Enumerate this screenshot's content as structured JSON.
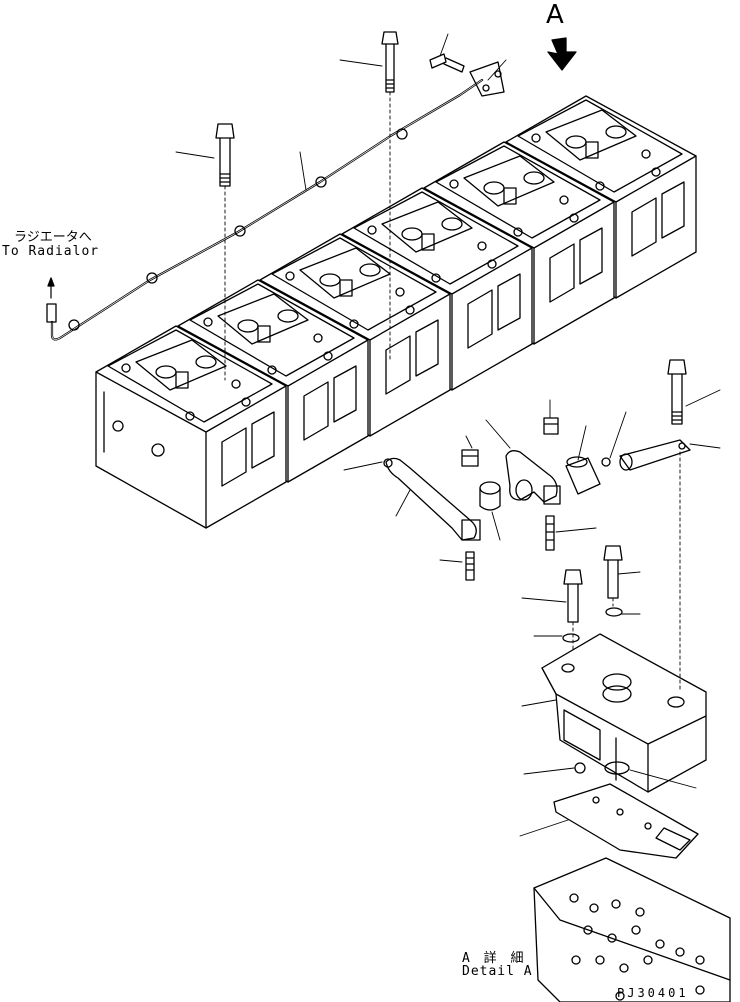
{
  "view_label": "A",
  "radiator_callout": {
    "japanese": "ラジエータへ",
    "english": "To Radialor"
  },
  "detail_callout": {
    "japanese": "A 詳 細",
    "english": "Detail A"
  },
  "figure_code": "PJ30401"
}
